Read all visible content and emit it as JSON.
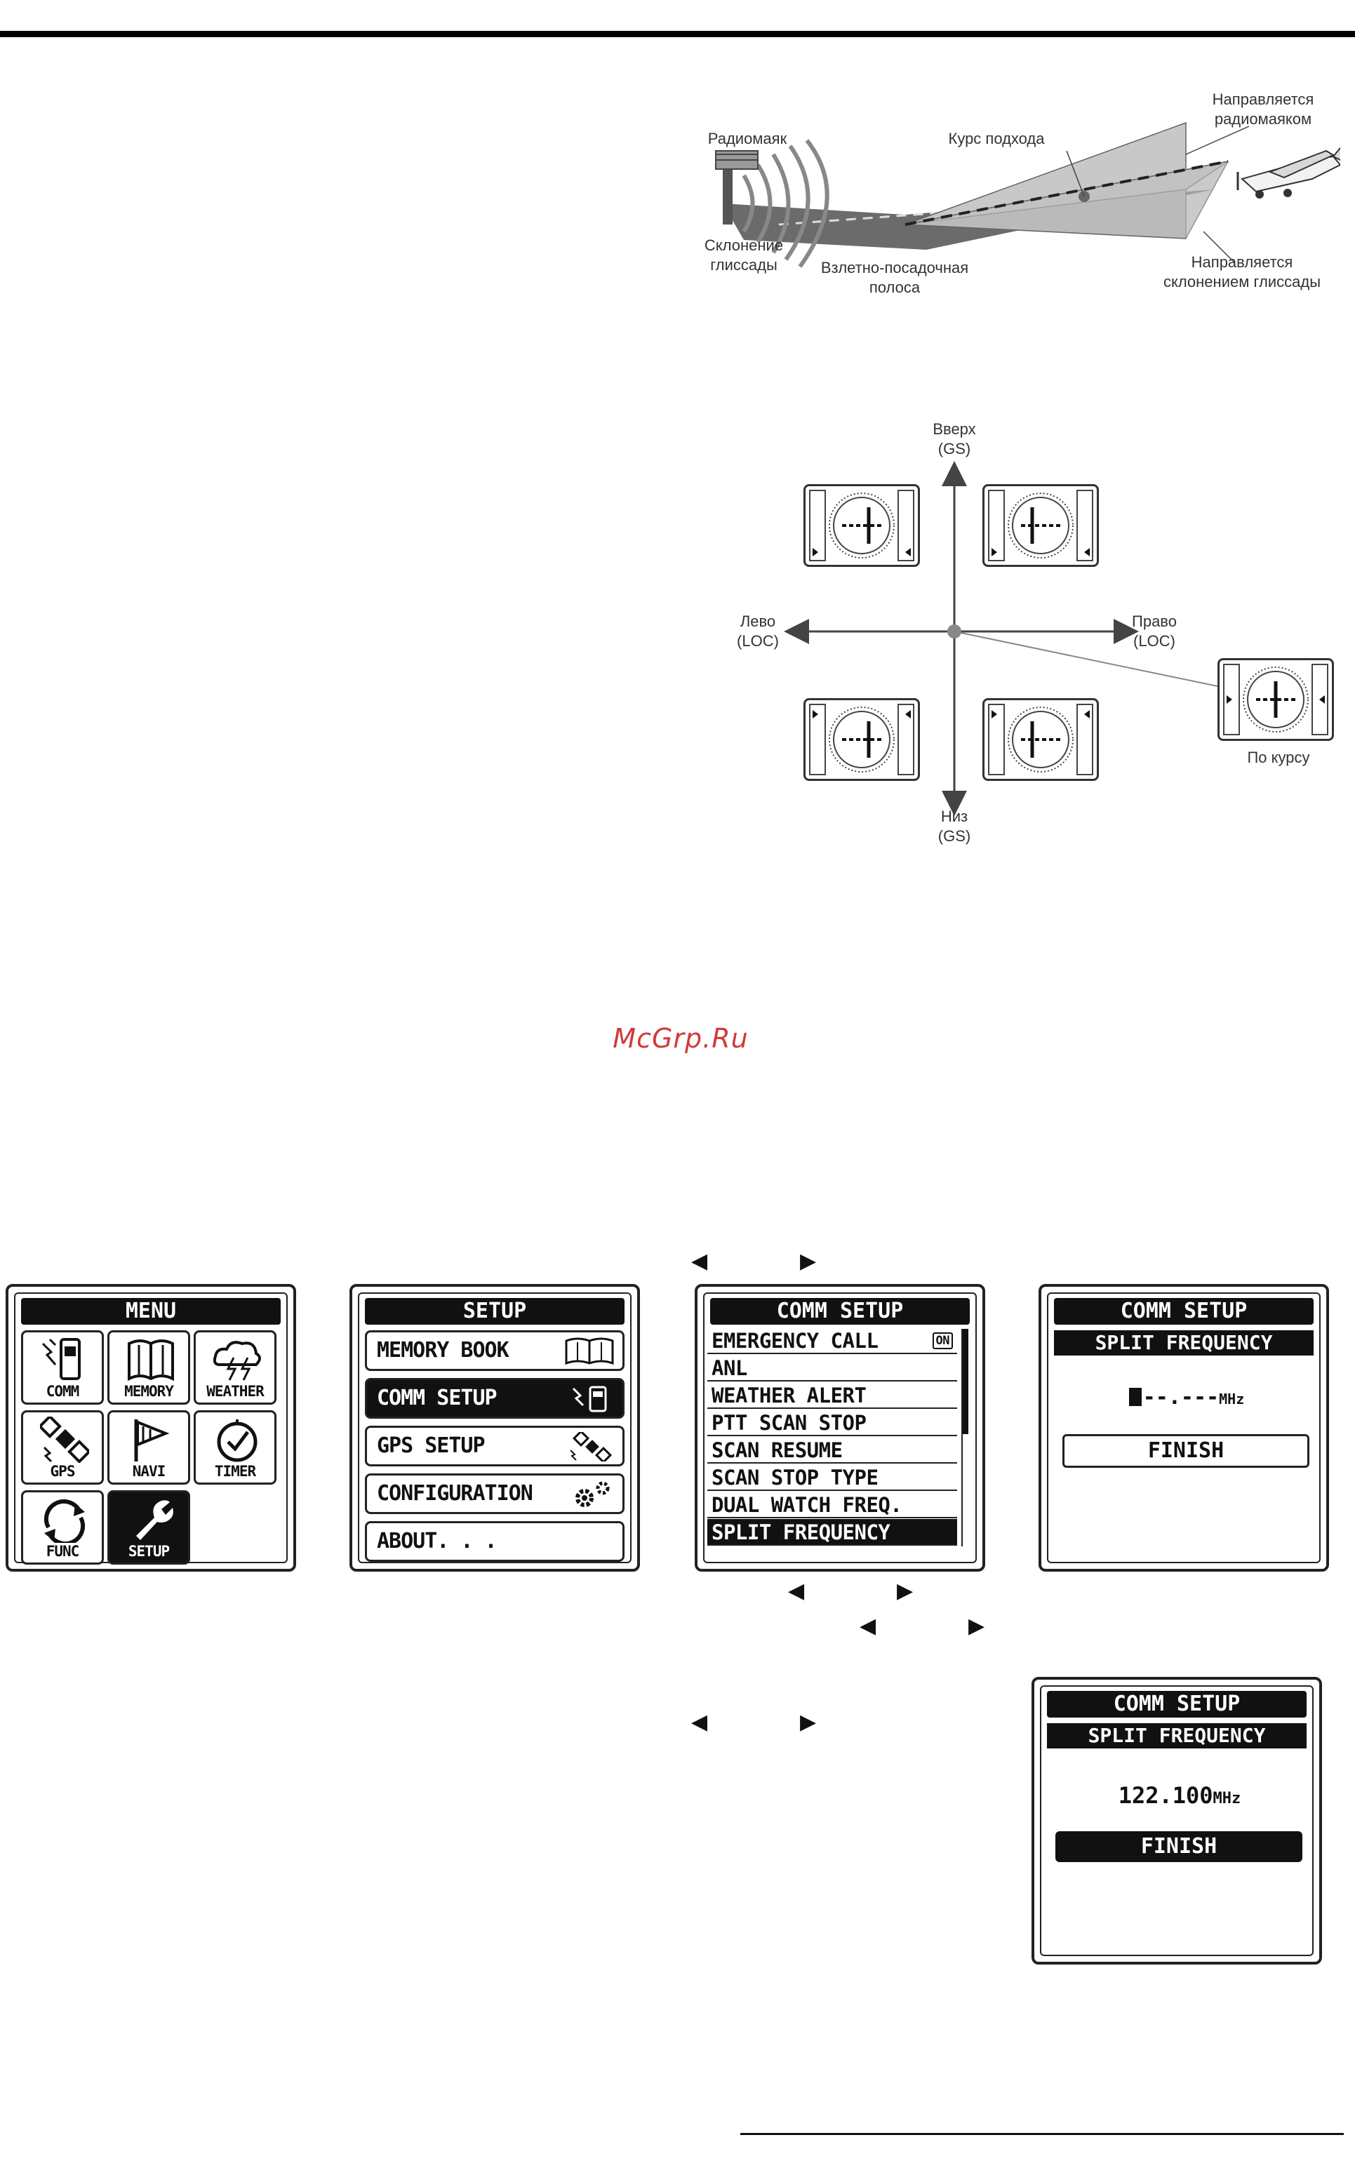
{
  "ils_diagram": {
    "beacon": "Радиомаяк",
    "approach_course": "Курс подхода",
    "guided_by_beacon": "Направляется\nрадиомаяком",
    "glide_slope": "Склонение\nглиссады",
    "runway": "Взлетно-посадочная\nполоса",
    "guided_by_glide": "Направляется\nсклонением  глиссады"
  },
  "cdi_diagram": {
    "up": "Вверх\n(GS)",
    "down": "Низ\n(GS)",
    "left": "Лево\n(LOC)",
    "right": "Право\n(LOC)",
    "on_course": "По курсу"
  },
  "watermark": "McGrp.Ru",
  "arrows": {
    "left": "◀",
    "right": "▶"
  },
  "menu_screen": {
    "title": "MENU",
    "items": [
      {
        "label": "COMM",
        "icon": "radio-icon"
      },
      {
        "label": "MEMORY",
        "icon": "book-icon"
      },
      {
        "label": "WEATHER",
        "icon": "storm-cloud-icon"
      },
      {
        "label": "GPS",
        "icon": "satellite-icon"
      },
      {
        "label": "NAVI",
        "icon": "flag-icon"
      },
      {
        "label": "TIMER",
        "icon": "clock-icon"
      },
      {
        "label": "FUNC",
        "icon": "cycle-icon"
      },
      {
        "label": "SETUP",
        "icon": "wrench-icon"
      }
    ],
    "selected": "SETUP"
  },
  "setup_screen": {
    "title": "SETUP",
    "items": [
      "MEMORY BOOK",
      "COMM SETUP",
      "GPS SETUP",
      "CONFIGURATION",
      "ABOUT. . ."
    ],
    "selected": "COMM SETUP"
  },
  "comm_setup_screen": {
    "title": "COMM SETUP",
    "items": [
      "EMERGENCY CALL",
      "ANL",
      "WEATHER ALERT",
      "PTT SCAN STOP",
      "SCAN RESUME",
      "SCAN STOP TYPE",
      "DUAL WATCH FREQ.",
      "SPLIT FREQUENCY"
    ],
    "on_badge": "ON",
    "selected": "SPLIT FREQUENCY"
  },
  "split_entry_screen": {
    "title": "COMM SETUP",
    "subtitle": "SPLIT FREQUENCY",
    "value": "--.---",
    "unit": "MHz",
    "button": "FINISH"
  },
  "split_done_screen": {
    "title": "COMM SETUP",
    "subtitle": "SPLIT FREQUENCY",
    "value": "122.100",
    "unit": "MHz",
    "button": "FINISH"
  }
}
